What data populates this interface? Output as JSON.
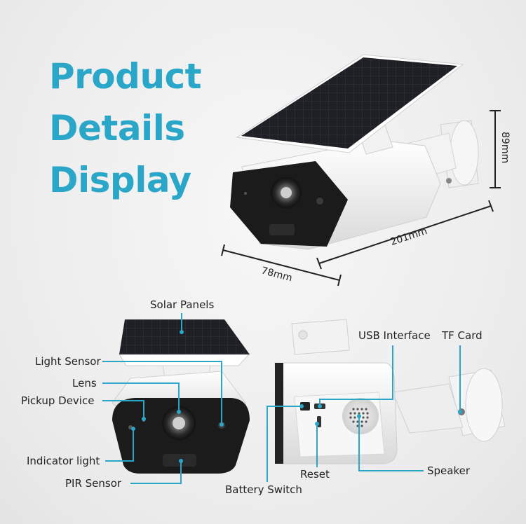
{
  "title": {
    "line1": "Product",
    "line2": "Details",
    "line3": "Display"
  },
  "dimensions": {
    "height": "89mm",
    "length": "201mm",
    "width": "78mm"
  },
  "callouts": {
    "solar_panels": "Solar Panels",
    "light_sensor": "Light Sensor",
    "lens": "Lens",
    "pickup_device": "Pickup Device",
    "indicator_light": "Indicator light",
    "pir_sensor": "PIR Sensor",
    "usb_interface": "USB Interface",
    "tf_card": "TF Card",
    "reset": "Reset",
    "battery_switch": "Battery Switch",
    "speaker": "Speaker"
  },
  "colors": {
    "title": "#2aa6c8",
    "callout_line": "#2aa6c8",
    "camera_body": "#ffffff",
    "camera_face": "#1b1b1b",
    "solar_panel": "#1e1f24"
  }
}
